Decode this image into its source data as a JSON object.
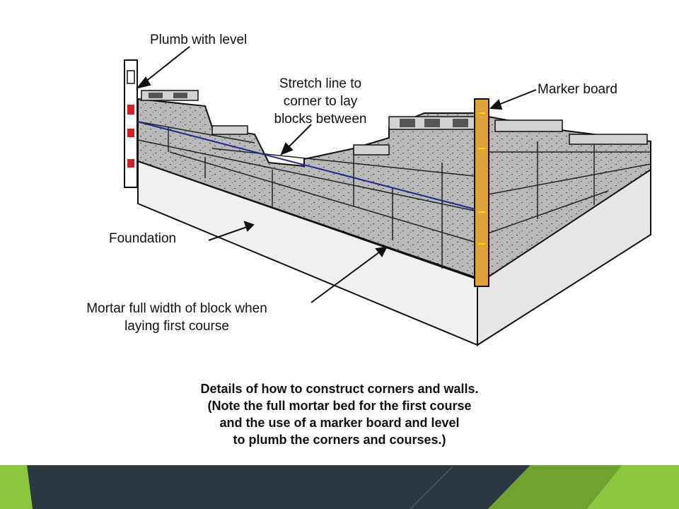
{
  "labels": {
    "plumb": "Plumb with level",
    "stretch": [
      "Stretch line to",
      "corner to lay",
      "blocks between"
    ],
    "marker": "Marker board",
    "foundation": "Foundation",
    "mortar": [
      "Mortar full width of block when",
      "laying first course"
    ]
  },
  "caption": [
    "Details of how to construct corners and walls.",
    "(Note the full mortar bed for the first course",
    "and the use of a marker board and level",
    "to plumb the corners and courses.)"
  ],
  "colors": {
    "block": "#b9b9b9",
    "block_top": "#d2d2d2",
    "foundation": "#f0f0f0",
    "marker_board": "#e2a23a",
    "level": "#cc2222",
    "stretch_line": "#1c2a8c",
    "footer_dark": "#2c3841",
    "footer_green": "#8cc63f"
  }
}
